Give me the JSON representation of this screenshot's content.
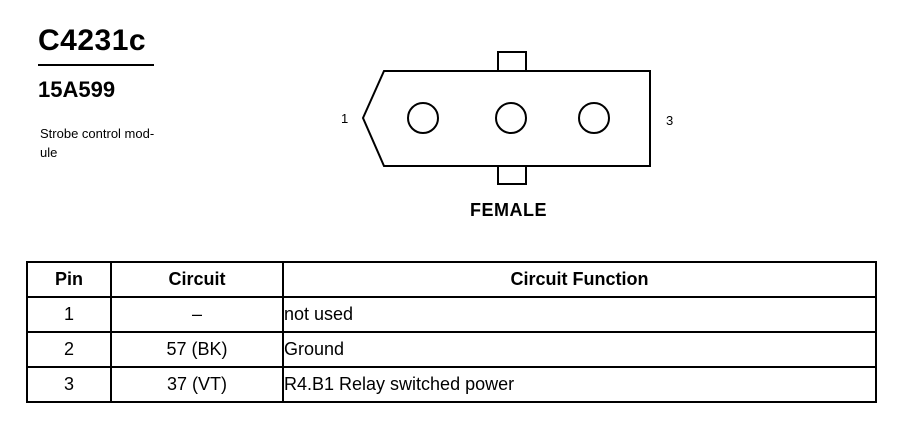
{
  "header": {
    "connector_id": "C4231c",
    "part_number": "15A599",
    "description": "Strobe control mod-\nule"
  },
  "diagram": {
    "pin_label_left": "1",
    "pin_label_right": "3",
    "gender": "FEMALE"
  },
  "table": {
    "headers": {
      "pin": "Pin",
      "circuit": "Circuit",
      "function": "Circuit Function"
    },
    "rows": [
      {
        "pin": "1",
        "circuit": "–",
        "function": "not used"
      },
      {
        "pin": "2",
        "circuit": "57 (BK)",
        "function": "Ground"
      },
      {
        "pin": "3",
        "circuit": "37 (VT)",
        "function": "R4.B1 Relay switched power"
      }
    ]
  }
}
